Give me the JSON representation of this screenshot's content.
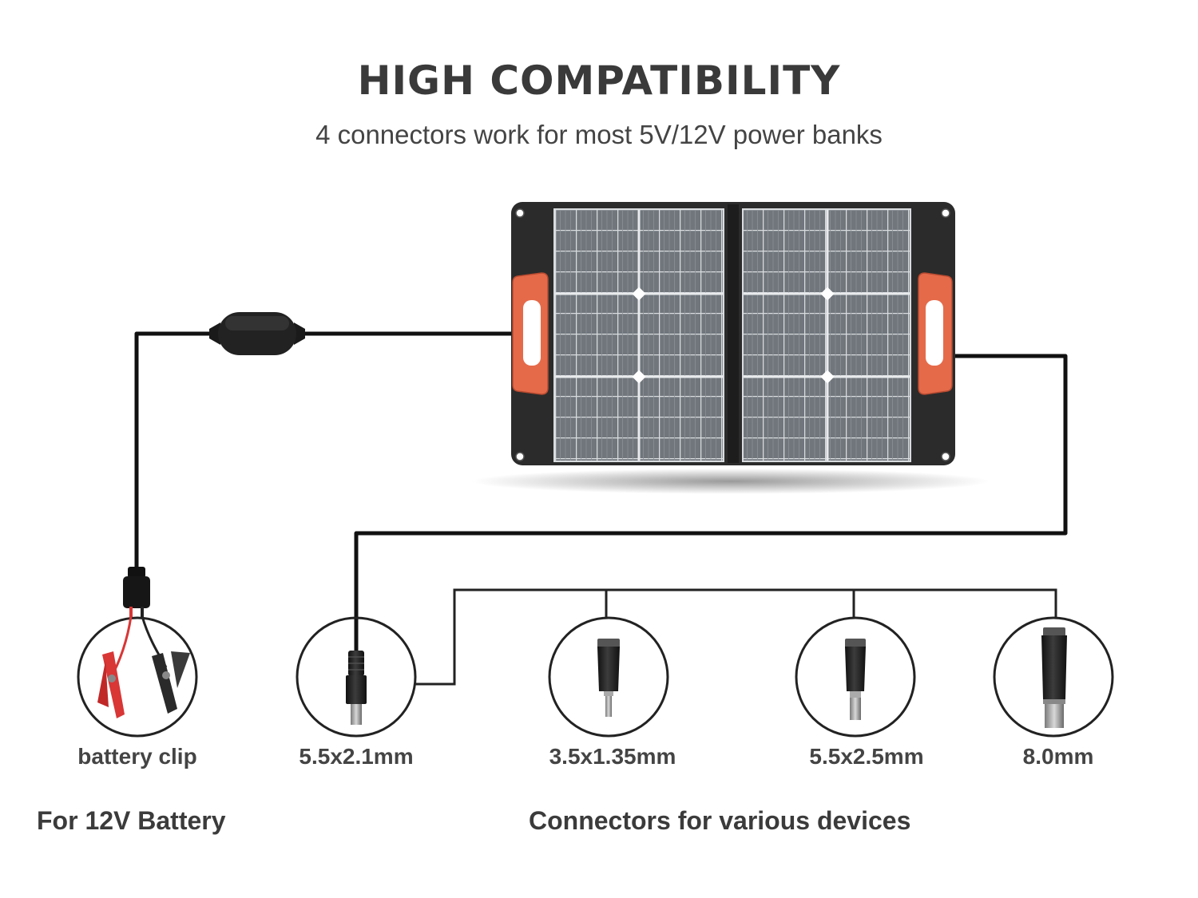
{
  "header": {
    "title": "HIGH COMPATIBILITY",
    "subtitle": "4 connectors work for most 5V/12V power banks"
  },
  "connectors": [
    {
      "label": "battery clip"
    },
    {
      "label": "5.5x2.1mm"
    },
    {
      "label": "3.5x1.35mm"
    },
    {
      "label": "5.5x2.5mm"
    },
    {
      "label": "8.0mm"
    }
  ],
  "groups": {
    "battery": "For 12V Battery",
    "devices": "Connectors for various devices"
  },
  "colors": {
    "frame": "#2b2b2b",
    "cell": "#6f747a",
    "handle": "#e56a4a",
    "cable": "#111111",
    "clip_red": "#d93636",
    "clip_black": "#2a2a2a"
  },
  "icons": [
    "solar-panel-icon",
    "controller-box-icon",
    "battery-clip-icon",
    "dc-plug-icon"
  ]
}
